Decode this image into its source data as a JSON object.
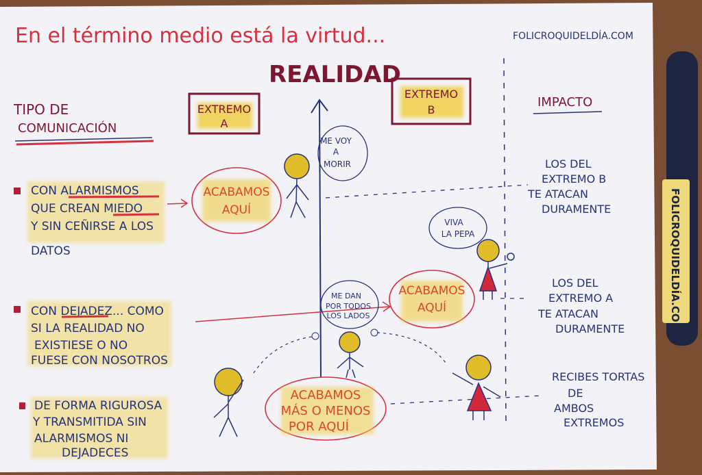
{
  "title": "En el término medio está la virtud...",
  "website": "FOLICROQUIDELDÍA.COM",
  "axis_label": "REALIDAD",
  "column_headers": {
    "tipo": [
      "TIPO DE",
      "COMUNICACIÓN"
    ],
    "extremo_a": [
      "EXTREMO",
      "A"
    ],
    "extremo_b": [
      "EXTREMO",
      "B"
    ],
    "impacto": "IMPACTO"
  },
  "communication_types": [
    {
      "lines": [
        "CON ALARMISMOS",
        "QUE CREAN MIEDO",
        "Y SIN CEÑIRSE A LOS",
        "DATOS"
      ]
    },
    {
      "lines": [
        "CON DEJADEZ... COMO",
        "SI LA REALIDAD NO",
        "EXISTIESE O NO",
        "FUESE CON NOSOTROS"
      ]
    },
    {
      "lines": [
        "DE FORMA RIGUROSA",
        "Y TRANSMITIDA SIN",
        "ALARMISMOS NI",
        "DEJADECES"
      ]
    }
  ],
  "outcomes": [
    {
      "lines": [
        "ACABAMOS",
        "AQUÍ"
      ]
    },
    {
      "lines": [
        "ACABAMOS",
        "AQUÍ"
      ]
    },
    {
      "lines": [
        "ACABAMOS",
        "MÁS O MENOS",
        "POR AQUÍ"
      ]
    }
  ],
  "speech_bubbles": [
    {
      "lines": [
        "ME VOY",
        "A",
        "MORIR"
      ]
    },
    {
      "lines": [
        "VIVA",
        "LA PEPA"
      ]
    },
    {
      "lines": [
        "ME DAN",
        "POR TODOS",
        "LOS LADOS"
      ]
    }
  ],
  "impacts": [
    {
      "lines": [
        "LOS DEL",
        "EXTREMO B",
        "TE ATACAN",
        "DURAMENTE"
      ]
    },
    {
      "lines": [
        "LOS DEL",
        "EXTREMO A",
        "TE ATACAN",
        "DURAMENTE"
      ]
    },
    {
      "lines": [
        "RECIBES TORTAS",
        "DE",
        "AMBOS",
        "EXTREMOS"
      ]
    }
  ],
  "pen_label": "FOLICROQUIDELDÍA.COM",
  "colors": {
    "red_ink": "#d5303f",
    "blue_ink": "#25327a",
    "highlight": "#f0cf4a",
    "paper": "#f3f2f7",
    "wood": "#7a4e33"
  }
}
